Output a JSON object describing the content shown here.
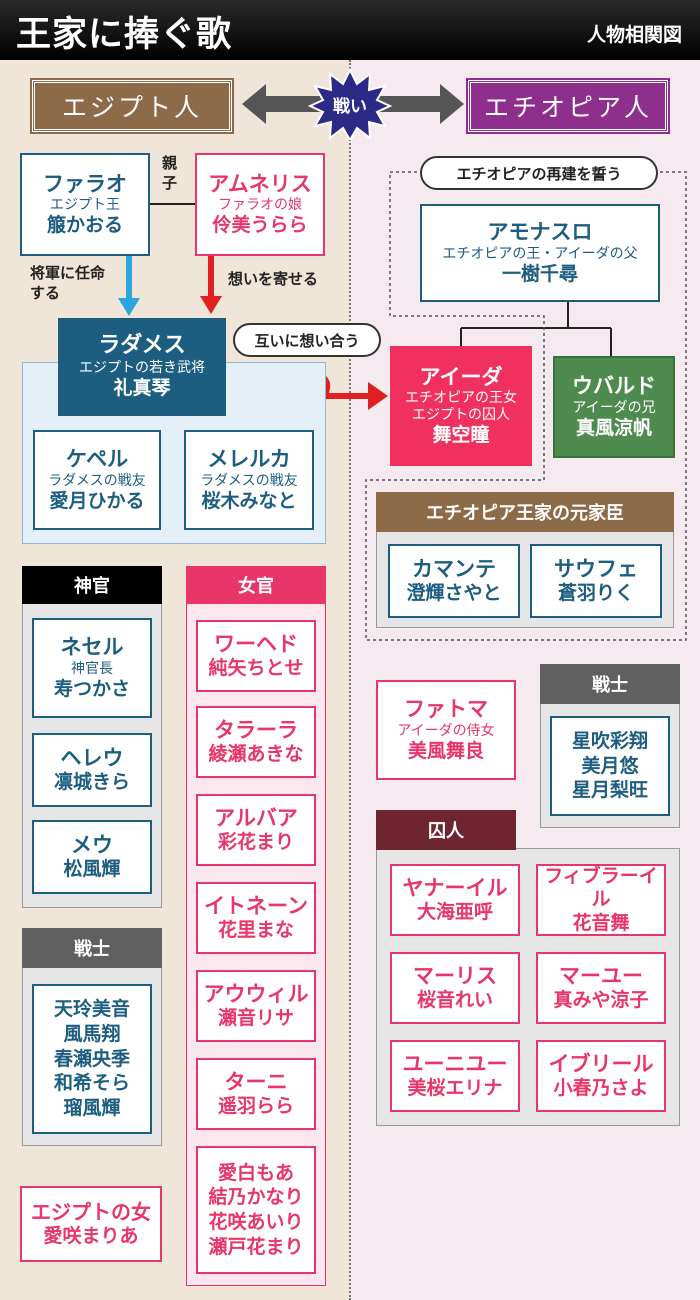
{
  "header": {
    "title": "王家に捧ぐ歌",
    "subtitle": "人物相関図"
  },
  "nations": {
    "left": "エジプト人",
    "right": "エチオピア人",
    "battle": "戦い"
  },
  "relations": {
    "parent_child": "親子",
    "appoint": "将軍に任命する",
    "affection": "想いを寄せる",
    "mutual": "互いに想い合う",
    "vow": "エチオピアの再建を誓う"
  },
  "pharaoh": {
    "name": "ファラオ",
    "role": "エジプト王",
    "actor": "箙かおる"
  },
  "amneris": {
    "name": "アムネリス",
    "role": "ファラオの娘",
    "actor": "伶美うらら"
  },
  "radames": {
    "name": "ラダメス",
    "role": "エジプトの若き武将",
    "actor": "礼真琴"
  },
  "kepel": {
    "name": "ケペル",
    "role": "ラダメスの戦友",
    "actor": "愛月ひかる"
  },
  "mererka": {
    "name": "メレルカ",
    "role": "ラダメスの戦友",
    "actor": "桜木みなと"
  },
  "priests": {
    "title": "神官",
    "members": [
      {
        "name": "ネセル",
        "role": "神官長",
        "actor": "寿つかさ"
      },
      {
        "name": "ヘレウ",
        "actor": "凛城きら"
      },
      {
        "name": "メウ",
        "actor": "松風輝"
      }
    ]
  },
  "egypt_soldiers": {
    "title": "戦士",
    "members": [
      "天玲美音",
      "風馬翔",
      "春瀬央季",
      "和希そら",
      "瑠風輝"
    ]
  },
  "egypt_woman": {
    "name": "エジプトの女",
    "actor": "愛咲まりあ"
  },
  "maids": {
    "title": "女官",
    "members": [
      {
        "name": "ワーヘド",
        "actor": "純矢ちとせ"
      },
      {
        "name": "タラーラ",
        "actor": "綾瀬あきな"
      },
      {
        "name": "アルバア",
        "actor": "彩花まり"
      },
      {
        "name": "イトネーン",
        "actor": "花里まな"
      },
      {
        "name": "アウウィル",
        "actor": "瀬音リサ"
      },
      {
        "name": "ターニ",
        "actor": "遥羽らら"
      }
    ],
    "others": [
      "愛白もあ",
      "結乃かなり",
      "花咲あいり",
      "瀬戸花まり"
    ]
  },
  "amonasro": {
    "name": "アモナスロ",
    "role": "エチオピアの王・アイーダの父",
    "actor": "一樹千尋"
  },
  "aida": {
    "name": "アイーダ",
    "role1": "エチオピアの王女",
    "role2": "エジプトの囚人",
    "actor": "舞空瞳"
  },
  "ubarudo": {
    "name": "ウバルド",
    "role": "アイーダの兄",
    "actor": "真風涼帆"
  },
  "retainers": {
    "title": "エチオピア王家の元家臣",
    "members": [
      {
        "name": "カマンテ",
        "actor": "澄輝さやと"
      },
      {
        "name": "サウフェ",
        "actor": "蒼羽りく"
      }
    ]
  },
  "fatoma": {
    "name": "ファトマ",
    "role": "アイーダの侍女",
    "actor": "美風舞良"
  },
  "eth_soldiers": {
    "title": "戦士",
    "members": [
      "星吹彩翔",
      "美月悠",
      "星月梨旺"
    ]
  },
  "prisoners": {
    "title": "囚人",
    "members": [
      {
        "name": "ヤナーイル",
        "actor": "大海亜呼"
      },
      {
        "name": "フィブラーイル",
        "actor": "花音舞"
      },
      {
        "name": "マーリス",
        "actor": "桜音れい"
      },
      {
        "name": "マーユー",
        "actor": "真みや涼子"
      },
      {
        "name": "ユーニユー",
        "actor": "美桜エリナ"
      },
      {
        "name": "イブリール",
        "actor": "小春乃さよ"
      }
    ]
  },
  "colors": {
    "blue": "#1d5e80",
    "pink": "#e8356a",
    "egypt": "#8d6a48",
    "ethiopia": "#8f2f8c",
    "battle": "#2c2a86",
    "red": "#e02020",
    "green": "#4f8a4f",
    "prison": "#6f2530",
    "arrow_blue": "#2ba5dd"
  }
}
